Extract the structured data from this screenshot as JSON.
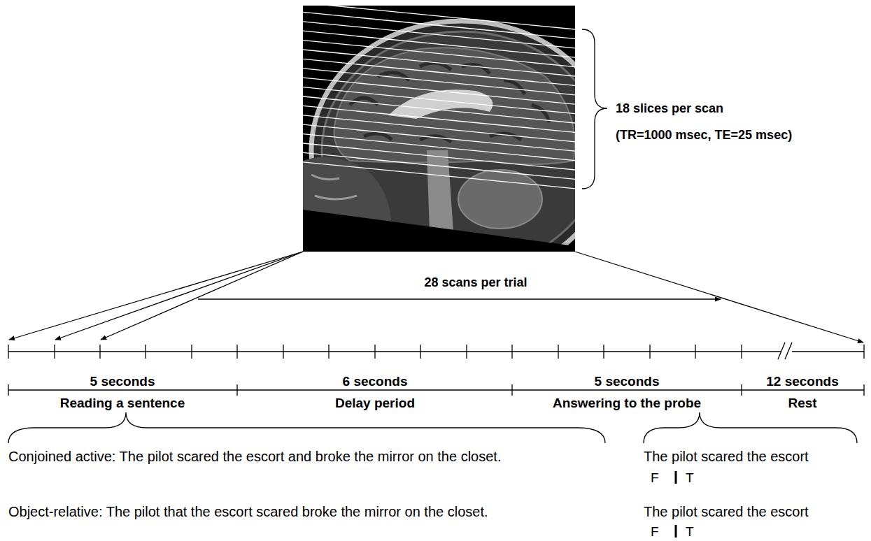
{
  "diagram": {
    "labels": [
      "18 slices per scan",
      "(TR=1000 msec, TE=25 msec)",
      "28 scans per trial",
      "5 seconds",
      "Reading a sentence",
      "6 seconds",
      "Delay period",
      "5 seconds",
      "Answering to the probe",
      "12 seconds",
      "Rest",
      "Conjoined active: The pilot scared the escort and broke the mirror on the closet.",
      "The pilot scared the escort",
      "F",
      "T",
      "Object-relative: The pilot that the escort scared broke the mirror on the closet.",
      "The pilot scared the escort",
      "F",
      "T"
    ]
  }
}
